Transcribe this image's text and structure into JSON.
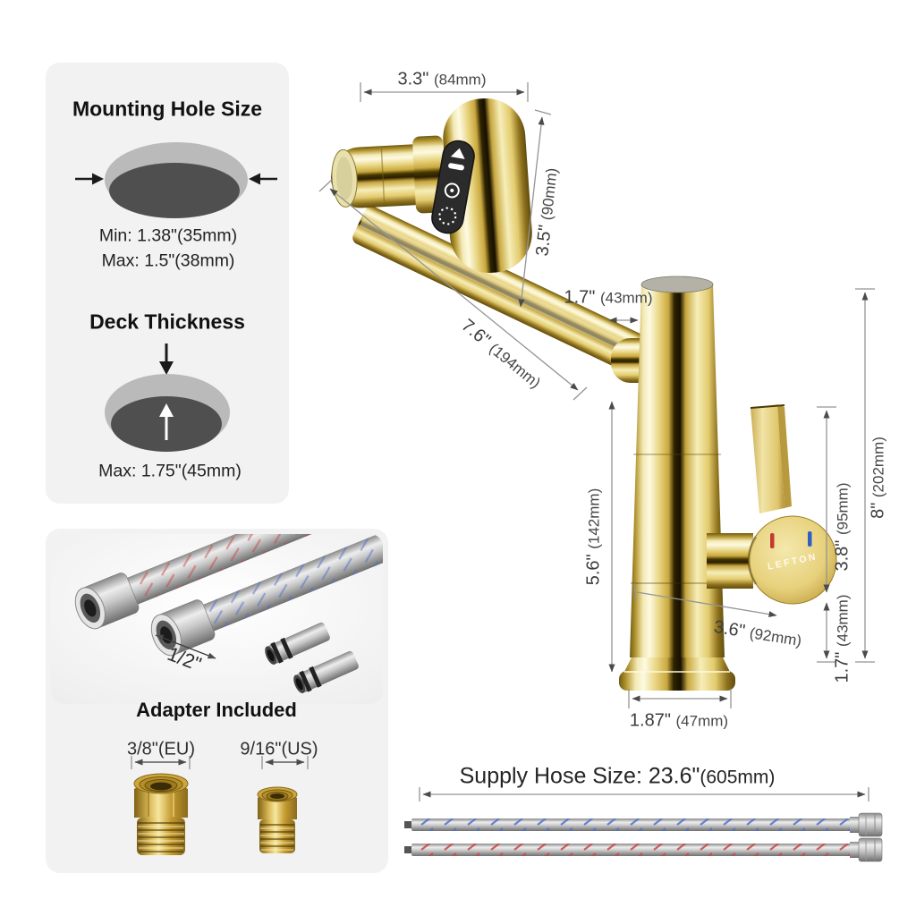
{
  "mounting_panel": {
    "title": "Mounting Hole Size",
    "min": "Min: 1.38\"(35mm)",
    "max": "Max: 1.5\"(38mm)"
  },
  "deck_panel": {
    "title": "Deck Thickness",
    "max": "Max: 1.75\"(45mm)"
  },
  "adapter_panel": {
    "title": "Adapter Included",
    "hose_thread": "1/2\"",
    "eu_label": "3/8\"(EU)",
    "us_label": "9/16\"(US)"
  },
  "brand": {
    "logo": "LEFTON"
  },
  "faucet_dimensions": {
    "spout_top_width": {
      "in": "3.3\"",
      "mm": "(84mm)"
    },
    "head_height": {
      "in": "3.5\"",
      "mm": "(90mm)"
    },
    "top_gap": {
      "in": "1.7\"",
      "mm": "(43mm)"
    },
    "arm_length": {
      "in": "7.6\"",
      "mm": "(194mm)"
    },
    "spout_height": {
      "in": "5.6\"",
      "mm": "(142mm)"
    },
    "reach": {
      "in": "3.6\"",
      "mm": "(92mm)"
    },
    "base_width": {
      "in": "1.87\"",
      "mm": "(47mm)"
    },
    "handle_top_height": {
      "in": "3.8\"",
      "mm": "(95mm)"
    },
    "handle_bottom_gap": {
      "in": "1.7\"",
      "mm": "(43mm)"
    },
    "total_height": {
      "in": "8\"",
      "mm": "(202mm)"
    }
  },
  "supply_hose": {
    "label": "Supply Hose Size: 23.6\"",
    "mm": "(605mm)"
  },
  "colors": {
    "gold": "#d9bd5c",
    "hot_red": "#c23b2e",
    "cold_blue": "#2f5fc4",
    "panel_gray": "#f2f2f3"
  }
}
